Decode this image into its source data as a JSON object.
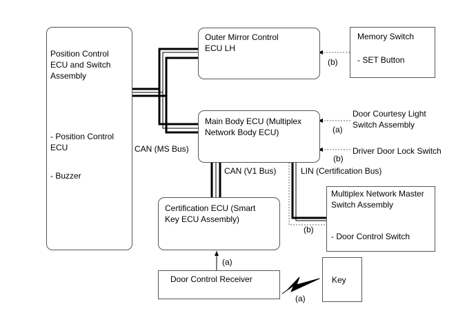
{
  "position_ecu": {
    "title": "Position Control\nECU and Switch\nAssembly",
    "item1": "- Position Control\nECU",
    "item2": "- Buzzer"
  },
  "mirror_ecu": {
    "title": "Outer Mirror Control\nECU LH"
  },
  "memory_switch": {
    "title": "Memory Switch",
    "item": "- SET Button"
  },
  "main_body_ecu": {
    "title": "Main Body ECU (Multiplex\nNetwork Body ECU)"
  },
  "door_courtesy": {
    "title": "Door Courtesy Light\nSwitch Assembly"
  },
  "driver_door_lock": {
    "title": "Driver Door Lock Switch"
  },
  "multiplex_master": {
    "title": "Multiplex Network Master\nSwitch Assembly",
    "item": "- Door Control Switch"
  },
  "certification_ecu": {
    "title": "Certification ECU (Smart\nKey ECU Assembly)"
  },
  "door_receiver": {
    "title": "Door Control Receiver"
  },
  "key": {
    "title": "Key"
  },
  "buses": {
    "can_ms": "CAN (MS Bus)",
    "can_v1": "CAN (V1 Bus)",
    "lin": "LIN (Certification Bus)"
  },
  "signal_labels": {
    "memory_to_mirror": "(b)",
    "courtesy_to_main": "(a)",
    "lock_to_main": "(b)",
    "lin_to_master": "(b)",
    "receiver_to_cert": "(a)",
    "key_to_receiver": "(a)"
  },
  "colors": {
    "line": "#000000",
    "border": "#555555",
    "dotted": "#666666"
  }
}
